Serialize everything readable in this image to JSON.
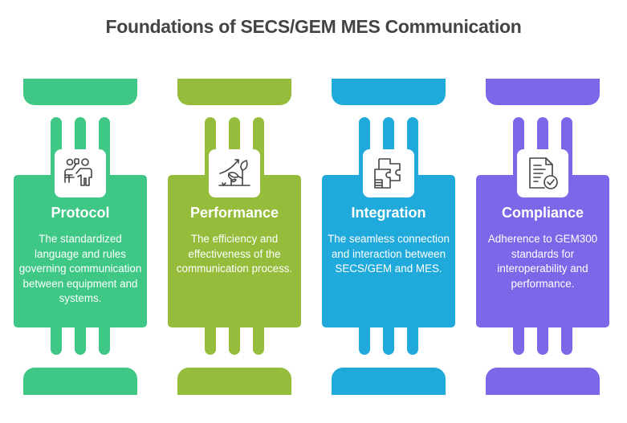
{
  "title": "Foundations of SECS/GEM MES Communication",
  "columns": [
    {
      "id": "protocol",
      "title": "Protocol",
      "description": "The standardized language and rules governing communication between equipment and systems.",
      "icon": "people-presentation-icon",
      "color": "#3ec785"
    },
    {
      "id": "performance",
      "title": "Performance",
      "description": "The efficiency and effectiveness of the communication process.",
      "icon": "plant-growth-icon",
      "color": "#95bc3b"
    },
    {
      "id": "integration",
      "title": "Integration",
      "description": "The seamless connection and interaction between SECS/GEM and MES.",
      "icon": "puzzle-pieces-icon",
      "color": "#20aadb"
    },
    {
      "id": "compliance",
      "title": "Compliance",
      "description": "Adherence to GEM300 standards for interoperability and performance.",
      "icon": "document-check-icon",
      "color": "#7e66e9"
    }
  ]
}
